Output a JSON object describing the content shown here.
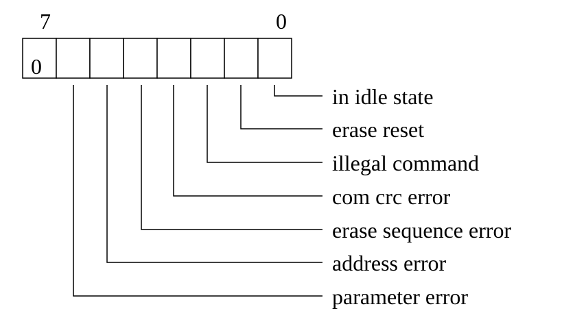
{
  "register": {
    "msb_label": "7",
    "lsb_label": "0",
    "bit7_value": "0"
  },
  "flags": [
    {
      "bit": 0,
      "label": "in idle state"
    },
    {
      "bit": 1,
      "label": "erase reset"
    },
    {
      "bit": 2,
      "label": "illegal command"
    },
    {
      "bit": 3,
      "label": "com crc error"
    },
    {
      "bit": 4,
      "label": "erase sequence error"
    },
    {
      "bit": 5,
      "label": "address error"
    },
    {
      "bit": 6,
      "label": "parameter error"
    }
  ]
}
